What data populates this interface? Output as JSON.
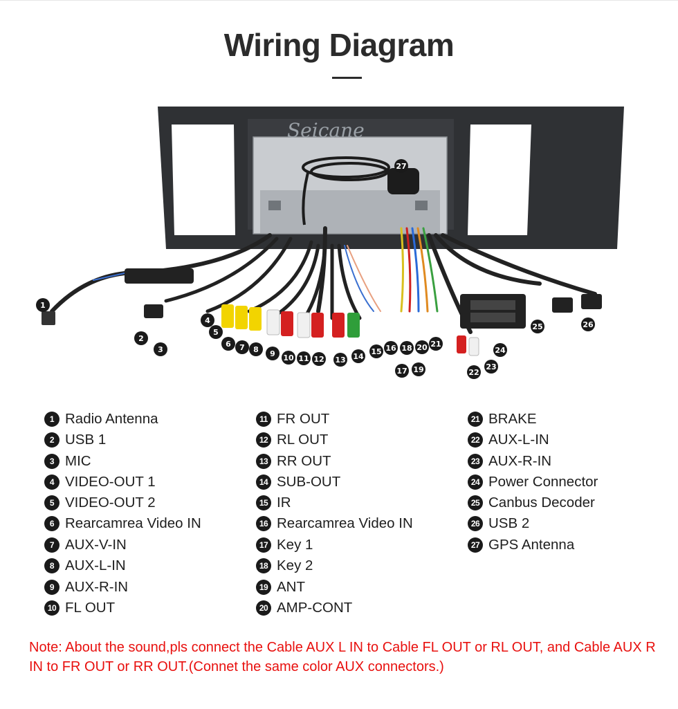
{
  "title": "Wiring Diagram",
  "watermark": "Seicane",
  "legend": [
    {
      "num": "1",
      "label": "Radio Antenna"
    },
    {
      "num": "2",
      "label": "USB 1"
    },
    {
      "num": "3",
      "label": "MIC"
    },
    {
      "num": "4",
      "label": "VIDEO-OUT 1"
    },
    {
      "num": "5",
      "label": "VIDEO-OUT 2"
    },
    {
      "num": "6",
      "label": "Rearcamrea Video IN"
    },
    {
      "num": "7",
      "label": "AUX-V-IN"
    },
    {
      "num": "8",
      "label": "AUX-L-IN"
    },
    {
      "num": "9",
      "label": "AUX-R-IN"
    },
    {
      "num": "10",
      "label": "FL OUT"
    },
    {
      "num": "11",
      "label": "FR OUT"
    },
    {
      "num": "12",
      "label": "RL OUT"
    },
    {
      "num": "13",
      "label": "RR OUT"
    },
    {
      "num": "14",
      "label": "SUB-OUT"
    },
    {
      "num": "15",
      "label": "IR"
    },
    {
      "num": "16",
      "label": "Rearcamrea Video IN"
    },
    {
      "num": "17",
      "label": "Key 1"
    },
    {
      "num": "18",
      "label": "Key 2"
    },
    {
      "num": "19",
      "label": "ANT"
    },
    {
      "num": "20",
      "label": "AMP-CONT"
    },
    {
      "num": "21",
      "label": "BRAKE"
    },
    {
      "num": "22",
      "label": "AUX-L-IN"
    },
    {
      "num": "23",
      "label": "AUX-R-IN"
    },
    {
      "num": "24",
      "label": "Power Connector"
    },
    {
      "num": "25",
      "label": "Canbus Decoder"
    },
    {
      "num": "26",
      "label": "USB 2"
    },
    {
      "num": "27",
      "label": "GPS Antenna"
    }
  ],
  "note": "Note: About the sound,pls connect the Cable AUX L IN to Cable FL OUT or RL OUT, and Cable AUX R IN to FR OUT or RR OUT.(Connet the same color AUX connectors.)",
  "colors": {
    "note": "#e8100e",
    "bullet": "#1a1a1a",
    "bezel": "#2f3134",
    "rca_yellow": "#f2d400",
    "rca_white": "#f0f0f0",
    "rca_red": "#d42020",
    "rca_green": "#2f9e3a"
  }
}
